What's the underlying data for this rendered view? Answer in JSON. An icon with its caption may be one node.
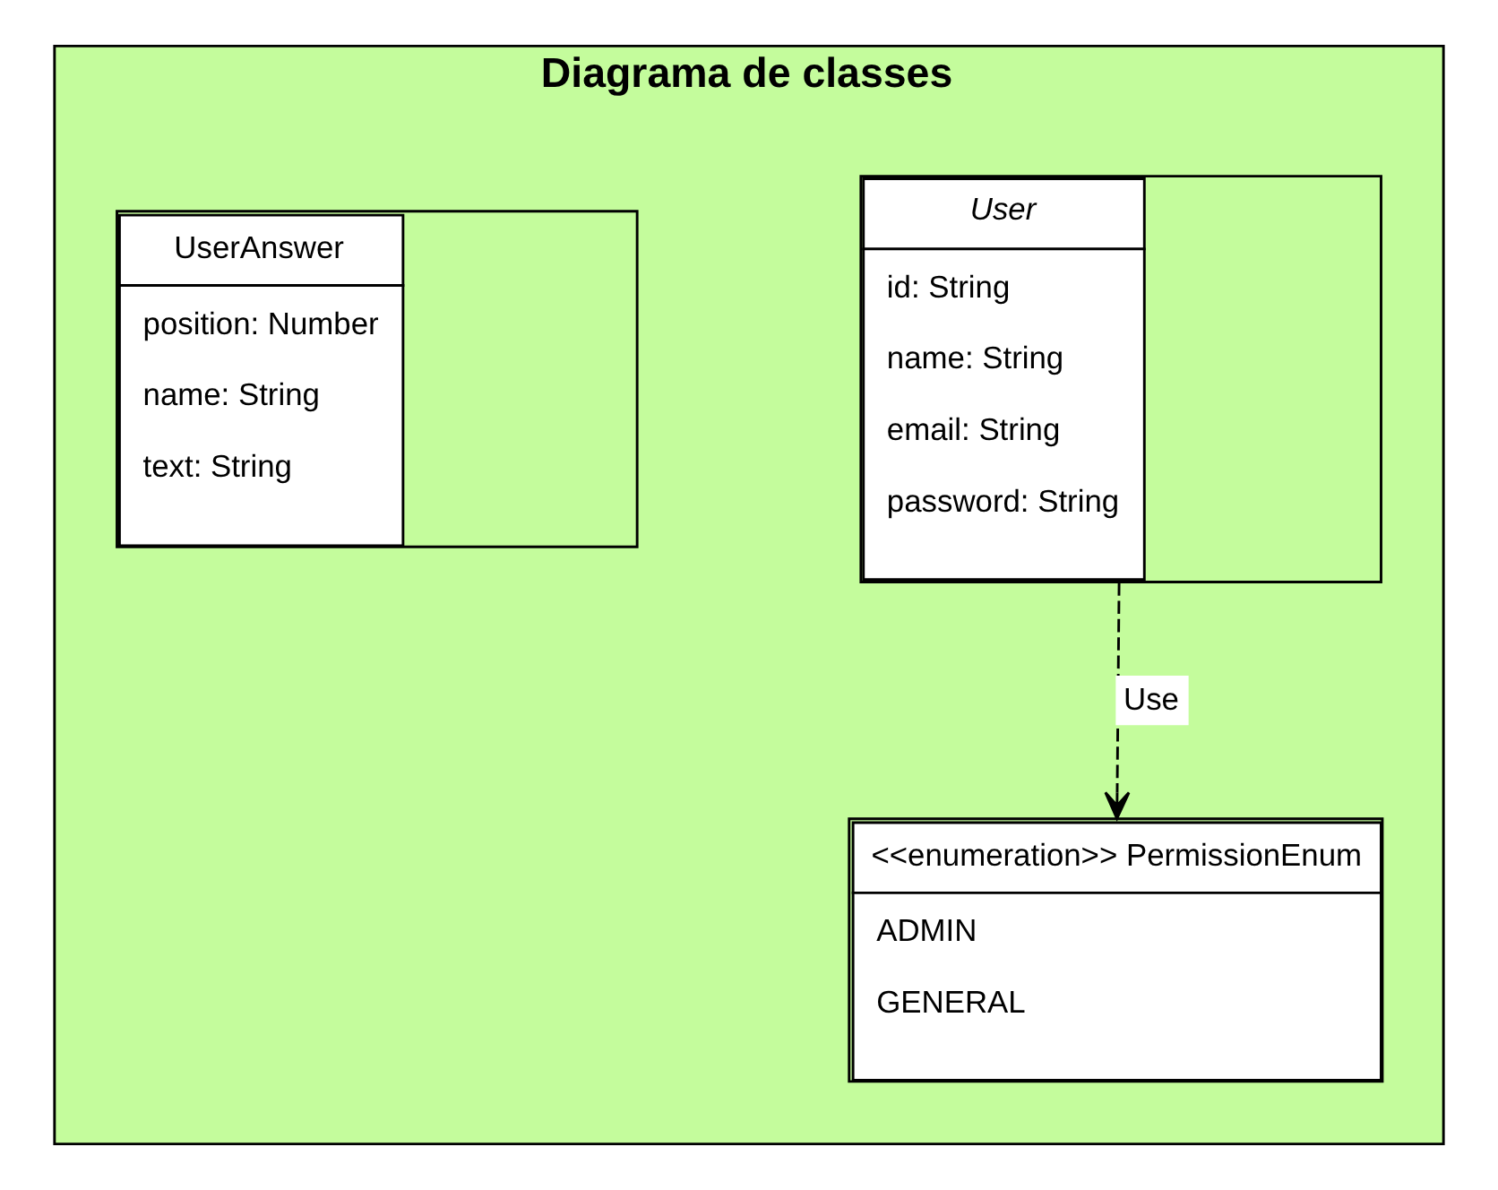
{
  "diagram": {
    "nodes": [
      {
        "text": [
          "Diagrama de classes"
        ]
      },
      {
        "text": [
          "User",
          "id: String",
          "name: String",
          "email: String",
          "password: String"
        ],
        "in": 0
      },
      {
        "text": [
          "UserAnswer",
          "position: Number",
          "name: String",
          "text: String"
        ],
        "in": 0
      },
      {
        "text": [
          "<<enumeration>> PermissionEnum",
          "ADMIN",
          "GENERAL"
        ],
        "in": 0
      }
    ],
    "edges": [
      {
        "from": 1,
        "to": 3,
        "arrow": "to",
        "label": "Use",
        "style": "dashed"
      }
    ]
  }
}
